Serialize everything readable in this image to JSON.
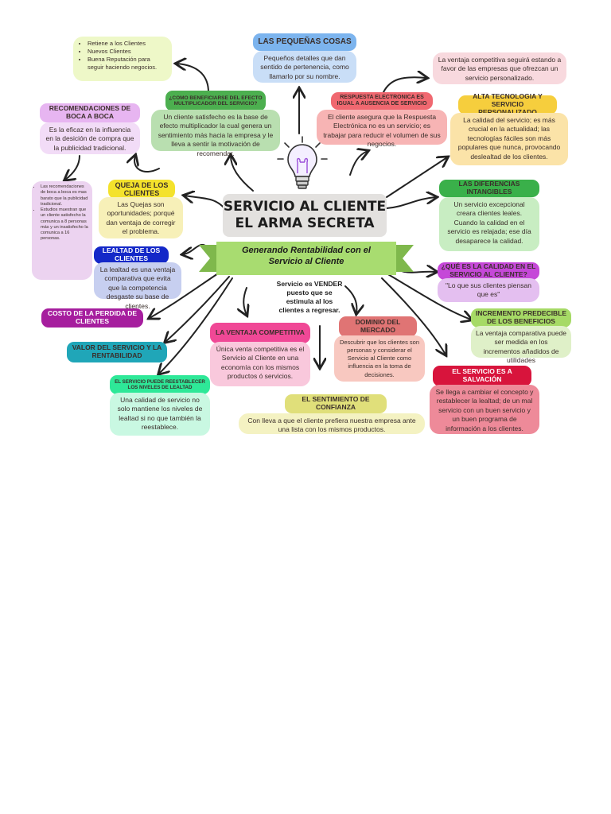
{
  "title": {
    "line1": "SERVICIO AL CLIENTE",
    "line2": "EL ARMA SECRETA"
  },
  "subtitle": {
    "line1": "Generando Rentabilidad con el",
    "line2": "Servicio al Cliente"
  },
  "center_note": {
    "line1": "Servicio es VENDER",
    "line2": "puesto que se",
    "line3": "estimula al los",
    "line4": "clientes a regresar."
  },
  "retiene": {
    "items": [
      "Retiene a los Clientes",
      "Nuevos Clientes",
      "Buena Reputación para seguir haciendo negocios."
    ]
  },
  "pequenas": {
    "header": "LAS PEQUEÑAS COSAS",
    "text": "Pequeños detalles que dan sentido de pertenencia, como llamarlo por su nombre."
  },
  "ventaja_top": {
    "text": "La ventaja competitiva seguirá estando a favor de las empresas que ofrezcan un servicio personalizado."
  },
  "recomendaciones": {
    "header": "RECOMENDACIONES DE BOCA A BOCA",
    "text": "Es la eficaz en la influencia en la desición de compra que la publicidad tradicional."
  },
  "beneficiarse": {
    "header": "¿COMO BENEFICIARSE DEL EFECTO MULTIPLICADOR DEL SERVICIO?",
    "text": "Un cliente satisfecho es la base de efecto multiplicador la cual genera un sentimiento más hacia la empresa y le lleva a sentir la motivación de recomendar."
  },
  "respuesta": {
    "header": "RESPUESTA ELECTRONICA ES IGUAL A AUSENCIA DE SERVICIO",
    "text": "El cliente asegura que la Respuesta Electrónica no es un servicio; es trabajar para reducir el volumen de sus negocios."
  },
  "alta_tec": {
    "header": "ALTA TECNOLOGIA Y SERVICIO PERSONALIZADO",
    "text": "La calidad del servicio; es más crucial en la actualidad; las tecnologías fáciles son más populares que nunca, provocando deslealtad de los clientes."
  },
  "side_notes": {
    "items": [
      "Las recomendaciones de boca a boca es mas barato que la publicidad tradicional.",
      "Estudios muestran que un cliente satisfecho la comunica a 8 personas más y un insatisfecho la comunica a 16 personas."
    ]
  },
  "queja": {
    "header": "QUEJA DE LOS CLIENTES",
    "text": "Las Quejas son oportunidades; porqué dan ventaja de corregir el problema."
  },
  "diferencias": {
    "header": "LAS DIFERENCIAS INTANGIBLES",
    "text": "Un servicio excepcional creara clientes leales. Cuando la calidad en el servicio es relajada; ese día desaparece la calidad."
  },
  "lealtad": {
    "header": "LEALTAD DE LOS CLIENTES",
    "text": "La lealtad es una ventaja comparativa que evita que la competencia desgaste su base de clientes."
  },
  "calidad": {
    "header": "¿QUÉ ES LA CALIDAD EN EL SERVICIO AL CLIENTE?",
    "text": "\"Lo que sus clientes piensan que es\""
  },
  "costo": {
    "header": "COSTO DE LA PERDIDA DE CLIENTES"
  },
  "incremento": {
    "header": "INCREMENTO PREDECIBLE DE LOS BENEFICIOS",
    "text": "La ventaja comparativa puede ser medida en los incrementos añadidos de utilidades"
  },
  "valor": {
    "header": "VALOR DEL SERVICIO Y LA RENTABILIDAD"
  },
  "ventaja_comp": {
    "header": "LA VENTAJA COMPETITIVA",
    "text": "Única venta competitiva es el Servicio al Cliente en una economía con los mismos productos ó servicios."
  },
  "dominio": {
    "header": "DOMINIO DEL MERCADO",
    "text": "Descubrir que los clientes son personas y considerar el Servicio al Cliente como influencia en la toma de decisiones."
  },
  "salvacion": {
    "header": "EL SERVICIO ES A SALVACIÓN",
    "text": "Se llega a cambiar el concepto y restablecer la lealtad; de un mal servicio con un buen servicio y un buen programa de información a los clientes."
  },
  "restablecer": {
    "header": "EL SERVICIO PUEDE REESTABLECER LOS NIVELES DE LEALTAD",
    "text": "Una calidad de servicio no solo mantiene los niveles de lealtad si no que también la reestablece."
  },
  "sentimiento": {
    "header": "EL SENTIMIENTO DE CONFIANZA",
    "text": "Con lleva a que el cliente prefiera nuestra empresa ante una lista con los mismos productos."
  },
  "colors": {
    "pequenas_hdr": "#7cb4ee",
    "pequenas_body": "#c9def7",
    "retiene_body": "#eef8c8",
    "ventaja_top_body": "#f8d9de",
    "recom_hdr": "#e7b5f1",
    "recom_body": "#f2dcf7",
    "benef_hdr": "#4caf4f",
    "benef_body": "#b9dfb0",
    "resp_hdr": "#f06870",
    "resp_body": "#f7b4b4",
    "alta_hdr": "#f6ce3d",
    "alta_body": "#fbe3a8",
    "side_body": "#ecd3f0",
    "queja_hdr": "#f4e22c",
    "queja_body": "#f7f0b8",
    "dif_hdr": "#3ab04a",
    "dif_body": "#c8edc2",
    "lealtad_hdr": "#1428c8",
    "lealtad_body": "#c7cff0",
    "calidad_hdr": "#c548d8",
    "calidad_body": "#e4bff0",
    "costo_hdr": "#a61e9e",
    "inc_hdr": "#a6da66",
    "inc_body": "#dff0c8",
    "valor_hdr": "#20a6b8",
    "vcomp_hdr": "#f04896",
    "vcomp_body": "#f9c8dc",
    "dominio_hdr": "#e07474",
    "dominio_body": "#f8c8c0",
    "salv_hdr": "#d8143c",
    "salv_body": "#ee8a99",
    "rest_hdr": "#2ee898",
    "rest_body": "#c9f8e2",
    "sent_hdr": "#e0df7a",
    "sent_body": "#f4f2c2",
    "ribbon": "#a8dc70",
    "ribbon_dark": "#7fb84c"
  }
}
